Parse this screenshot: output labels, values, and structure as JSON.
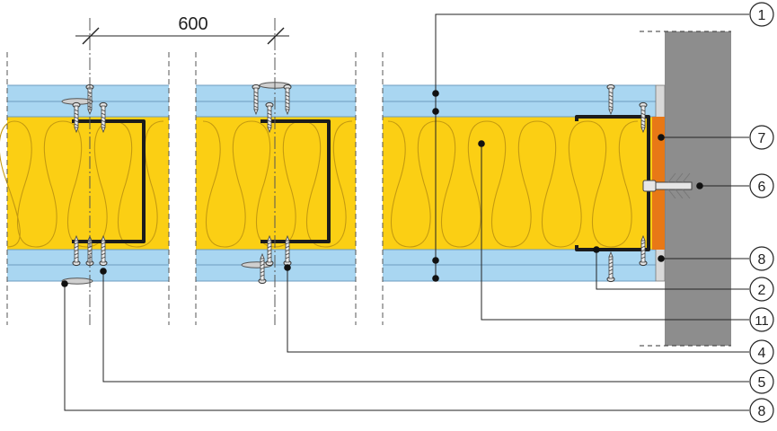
{
  "dimension": {
    "label": "600"
  },
  "callouts": [
    {
      "id": "c1",
      "label": "1"
    },
    {
      "id": "c7",
      "label": "7"
    },
    {
      "id": "c6",
      "label": "6"
    },
    {
      "id": "c8a",
      "label": "8"
    },
    {
      "id": "c2",
      "label": "2"
    },
    {
      "id": "c11",
      "label": "11"
    },
    {
      "id": "c4",
      "label": "4"
    },
    {
      "id": "c5",
      "label": "5"
    },
    {
      "id": "c8b",
      "label": "8"
    }
  ],
  "colors": {
    "board": "#a9d6f1",
    "insulation": "#fbcf14",
    "wall": "#8d8d8d",
    "strip": "#e87816",
    "profile": "#1c1c1c",
    "line": "#222222"
  }
}
